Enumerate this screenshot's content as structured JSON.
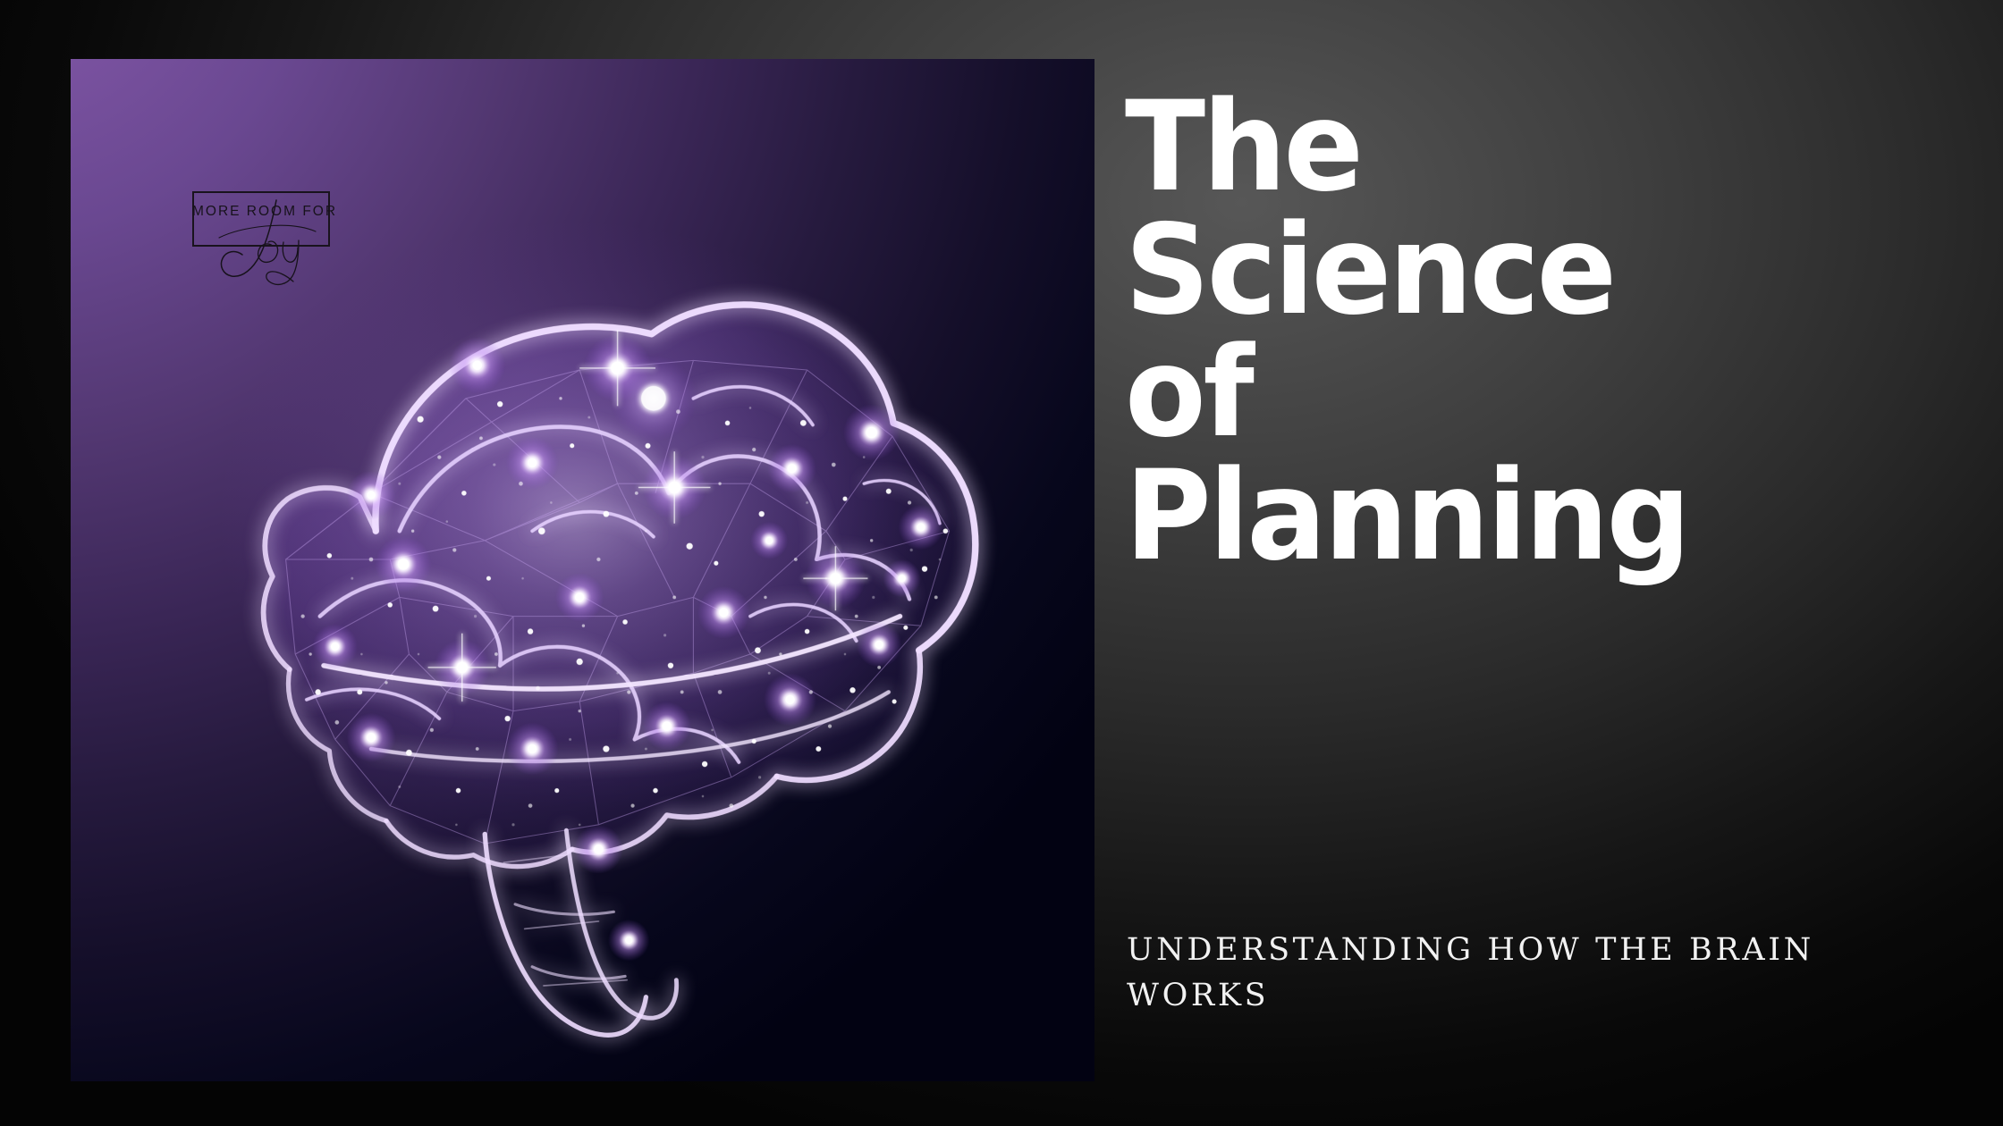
{
  "slide": {
    "background_color": "#2a2a2a",
    "background_edge_color": "#050505"
  },
  "image_panel": {
    "gradient_from": "#8158a6",
    "gradient_to": "#020212",
    "artwork_name": "glowing-low-poly-brain",
    "artwork_accent_color": "#c9a3f5",
    "artwork_node_color": "#ffffff"
  },
  "logo": {
    "wordmark": "MORE ROOM FOR",
    "script": "Joy",
    "ink_color": "#17121b"
  },
  "headline": {
    "line1": "The",
    "line2": "Science",
    "line3": "of",
    "line4": "Planning",
    "color": "#ffffff"
  },
  "subtitle": {
    "text": "UNDERSTANDING HOW THE BRAIN WORKS",
    "color": "#f2f2f2"
  }
}
